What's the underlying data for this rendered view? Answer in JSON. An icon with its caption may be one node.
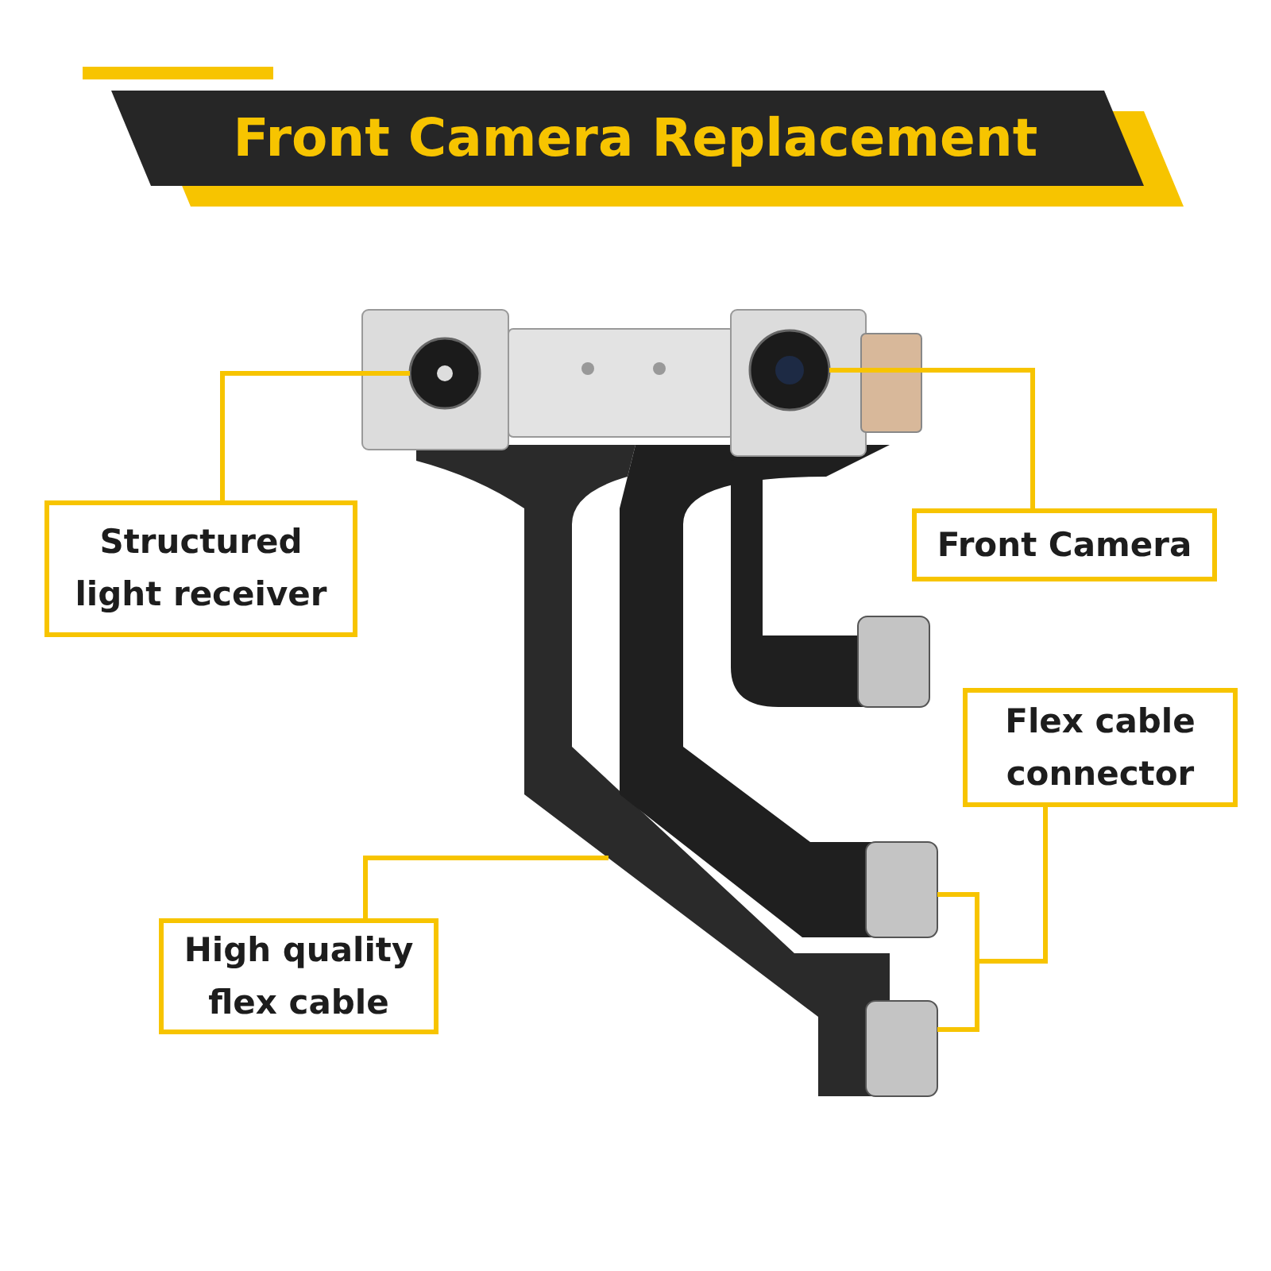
{
  "diagram": {
    "title": "Front Camera Replacement",
    "nodes": [
      {
        "text": [
          "Structured light receiver"
        ]
      },
      {
        "text": [],
        "shape": "circle"
      },
      {
        "text": [
          "Front Camera"
        ]
      },
      {
        "text": [],
        "shape": "circle"
      },
      {
        "text": [
          "High quality flex cable"
        ]
      },
      {
        "text": [],
        "shape": "bar"
      },
      {
        "text": [
          "Flex cable connector"
        ]
      },
      {
        "text": [],
        "shape": "box"
      },
      {
        "text": [],
        "shape": "box"
      }
    ],
    "edges": [
      {
        "from": 0,
        "to": 1,
        "arrow": "none"
      },
      {
        "from": 2,
        "to": 3,
        "arrow": "none"
      },
      {
        "from": 4,
        "to": 5,
        "arrow": "none"
      },
      {
        "from": 6,
        "to": 7,
        "arrow": "none"
      },
      {
        "from": 6,
        "to": 8,
        "arrow": "none"
      }
    ]
  }
}
